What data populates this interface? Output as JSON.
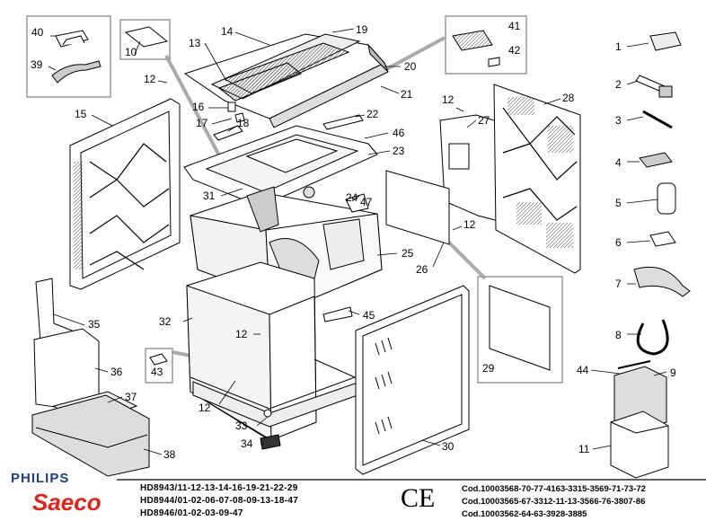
{
  "parts": [
    "1",
    "2",
    "3",
    "4",
    "5",
    "6",
    "7",
    "8",
    "9",
    "10",
    "11",
    "12",
    "13",
    "14",
    "15",
    "16",
    "17",
    "18",
    "19",
    "20",
    "21",
    "22",
    "23",
    "24",
    "25",
    "26",
    "27",
    "28",
    "29",
    "30",
    "31",
    "32",
    "33",
    "34",
    "35",
    "36",
    "37",
    "38",
    "39",
    "40",
    "41",
    "42",
    "43",
    "44",
    "45",
    "46",
    "47"
  ],
  "part_12": "12",
  "brand": {
    "philips": "PHILIPS",
    "saeco": "Saeco"
  },
  "ce_mark": "CE",
  "models": [
    "HD8943/11-12-13-14-16-19-21-22-29",
    "HD8944/01-02-06-07-08-09-13-18-47",
    "HD8946/01-02-03-09-47"
  ],
  "codes": [
    "Cod.10003568-70-77-4163-3315-3569-71-73-72",
    "Cod.10003565-67-3312-11-13-3566-76-3807-86",
    "Cod.10003562-64-63-3928-3885"
  ]
}
